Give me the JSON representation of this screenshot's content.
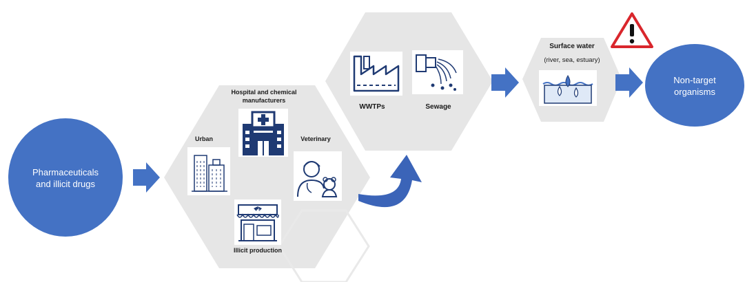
{
  "source": {
    "title_line1": "Pharmaceuticals",
    "title_line2": "and illicit drugs"
  },
  "sources_hex": {
    "header_line1": "Hospital and chemical",
    "header_line2": "manufacturers",
    "urban": "Urban",
    "veterinary": "Veterinary",
    "illicit": "Illicit production"
  },
  "treatment_hex": {
    "wwtps": "WWTPs",
    "sewage": "Sewage"
  },
  "surface_hex": {
    "title": "Surface water",
    "subtitle": "(river, sea, estuary)"
  },
  "target": {
    "line1": "Non-target",
    "line2": "organisms"
  },
  "colors": {
    "blue": "#4472c4",
    "hex_fill": "#e6e6e6",
    "navy_icon": "#1f3a73",
    "warning_red": "#d9262c"
  },
  "icons": [
    "hospital-icon",
    "buildings-icon",
    "veterinarian-icon",
    "cannabis-shop-icon",
    "factory-icon",
    "sewage-pipe-icon",
    "water-drops-icon",
    "warning-icon"
  ]
}
